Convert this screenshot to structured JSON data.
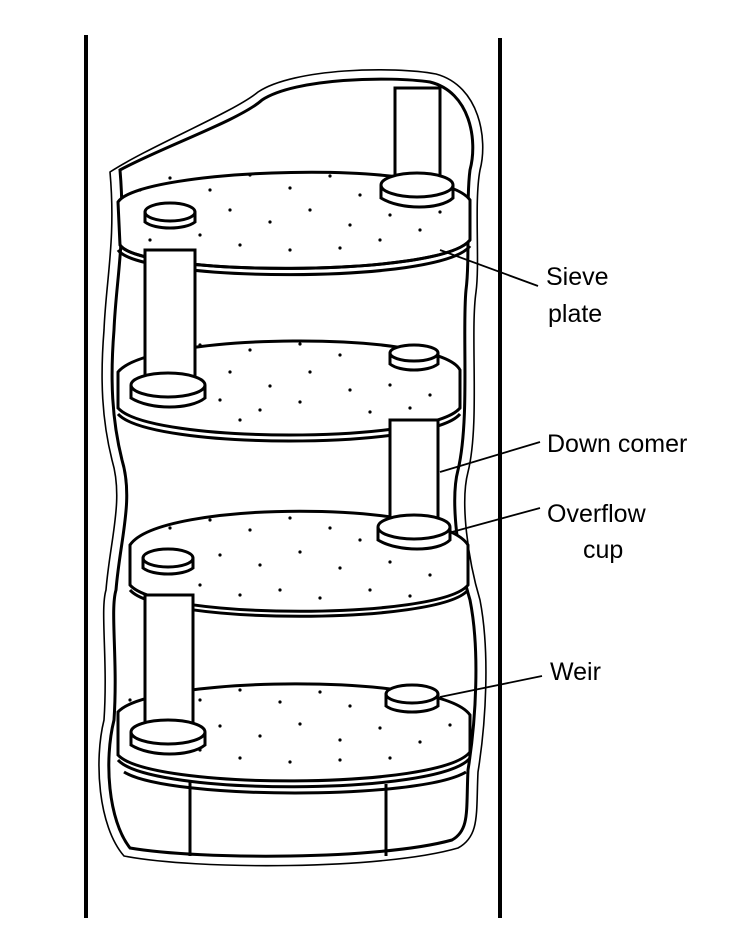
{
  "labels": {
    "sieve_plate_line1": "Sieve",
    "sieve_plate_line2": "plate",
    "down_comer": "Down comer",
    "overflow_cup_line1": "Overflow",
    "overflow_cup_line2": "cup",
    "weir": "Weir"
  },
  "colors": {
    "ink": "#000000",
    "paper": "#ffffff"
  }
}
